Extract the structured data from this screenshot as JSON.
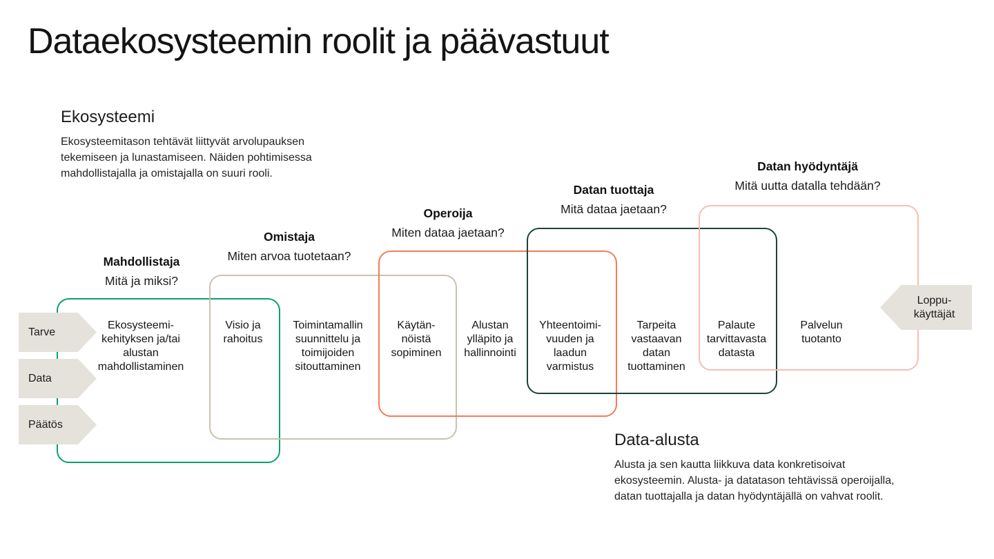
{
  "page": {
    "title": "Dataekosysteemin roolit ja päävastuut",
    "background": "#ffffff"
  },
  "sections": {
    "ekosysteemi": {
      "heading": "Ekosysteemi",
      "body": "Ekosysteemitason tehtävät liittyvät arvolupauksen\ntekemiseen ja lunastamiseen. Näiden pohtimisessa\nmahdollistajalla ja omistajalla on suuri rooli."
    },
    "data_alusta": {
      "heading": "Data-alusta",
      "body": "Alusta ja sen kautta liikkuva data konkretisoivat\nekosysteemin. Alusta- ja datatason tehtävissä operoijalla,\ndatan tuottajalla ja datan hyödyntäjällä on vahvat roolit."
    }
  },
  "roles": [
    {
      "name": "Mahdollistaja",
      "question": "Mitä ja miksi?",
      "color": "#09a069"
    },
    {
      "name": "Omistaja",
      "question": "Miten arvoa tuotetaan?",
      "color": "#c9c1b2"
    },
    {
      "name": "Operoija",
      "question": "Miten dataa jaetaan?",
      "color": "#f57a56"
    },
    {
      "name": "Datan tuottaja",
      "question": "Mitä dataa jaetaan?",
      "color": "#1a4338"
    },
    {
      "name": "Datan hyödyntäjä",
      "question": "Mitä uutta datalla tehdään?",
      "color": "#f9bcb3"
    }
  ],
  "tasks": [
    {
      "label": "Ekosysteemi-\nkehityksen ja/tai\nalustan\nmahdollistaminen"
    },
    {
      "label": "Visio ja\nrahoitus"
    },
    {
      "label": "Toimintamallin\nsuunnittelu ja\ntoimijoiden\nsitouttaminen"
    },
    {
      "label": "Käytän-\nnöistä\nsopiminen"
    },
    {
      "label": "Alustan\nylläpito ja\nhallinnointi"
    },
    {
      "label": "Yhteentoimi-\nvuuden ja\nlaadun\nvarmistus"
    },
    {
      "label": "Tarpeita\nvastaavan\ndatan\ntuottaminen"
    },
    {
      "label": "Palaute\ntarvittavasta\ndatasta"
    },
    {
      "label": "Palvelun\ntuotanto"
    }
  ],
  "inputs": {
    "fill": "#e5e2db",
    "items": [
      {
        "label": "Tarve"
      },
      {
        "label": "Data"
      },
      {
        "label": "Päätös"
      }
    ]
  },
  "end_users": {
    "fill": "#e5e2db",
    "label": "Loppu-\nkäyttäjät"
  }
}
